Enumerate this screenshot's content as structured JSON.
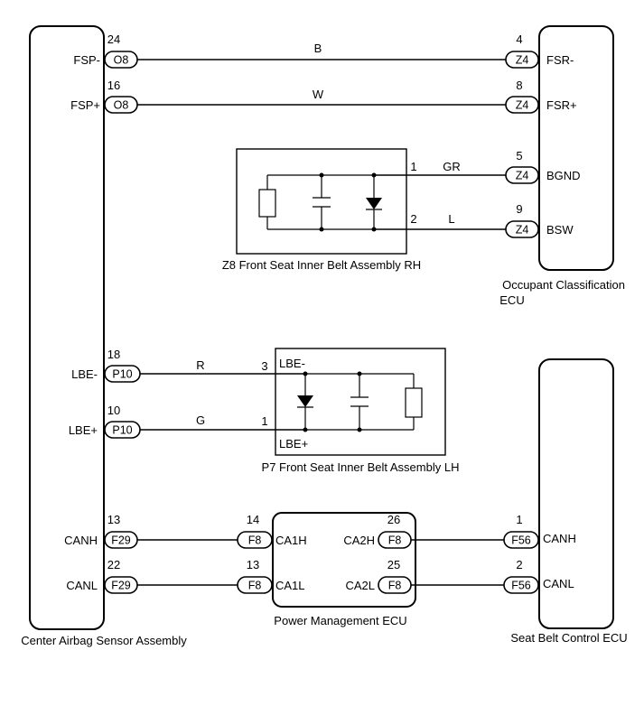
{
  "components": {
    "center_airbag": "Center Airbag Sensor Assembly",
    "occupant": [
      "Occupant Classification",
      "ECU"
    ],
    "belt_rh": "Z8  Front Seat Inner Belt Assembly RH",
    "belt_lh": "P7  Front Seat Inner Belt Assembly LH",
    "power_mgmt": "Power Management ECU",
    "seat_belt_ecu": "Seat Belt Control ECU"
  },
  "left_pins": [
    {
      "signal": "FSP-",
      "pin": "24",
      "conn": "O8"
    },
    {
      "signal": "FSP+",
      "pin": "16",
      "conn": "O8"
    },
    {
      "signal": "LBE-",
      "pin": "18",
      "conn": "P10"
    },
    {
      "signal": "LBE+",
      "pin": "10",
      "conn": "P10"
    },
    {
      "signal": "CANH",
      "pin": "13",
      "conn": "F29"
    },
    {
      "signal": "CANL",
      "pin": "22",
      "conn": "F29"
    }
  ],
  "occupant_pins": [
    {
      "signal": "FSR-",
      "pin": "4",
      "conn": "Z4"
    },
    {
      "signal": "FSR+",
      "pin": "8",
      "conn": "Z4"
    },
    {
      "signal": "BGND",
      "pin": "5",
      "conn": "Z4"
    },
    {
      "signal": "BSW",
      "pin": "9",
      "conn": "Z4"
    }
  ],
  "wire_colors": {
    "fsp_minus": "B",
    "fsp_plus": "W",
    "bgnd": "GR",
    "bsw": "L",
    "lbe_minus": "R",
    "lbe_plus": "G"
  },
  "belt_rh_pins": [
    "1",
    "2"
  ],
  "belt_lh": {
    "pins": [
      "3",
      "1"
    ],
    "signals": [
      "LBE-",
      "LBE+"
    ]
  },
  "pm_pins": [
    {
      "signal": "CA1H",
      "pin": "14",
      "conn": "F8"
    },
    {
      "signal": "CA1L",
      "pin": "13",
      "conn": "F8"
    },
    {
      "signal": "CA2H",
      "pin": "26",
      "conn": "F8"
    },
    {
      "signal": "CA2L",
      "pin": "25",
      "conn": "F8"
    }
  ],
  "sb_pins": [
    {
      "signal": "CANH",
      "pin": "1",
      "conn": "F56"
    },
    {
      "signal": "CANL",
      "pin": "2",
      "conn": "F56"
    }
  ]
}
